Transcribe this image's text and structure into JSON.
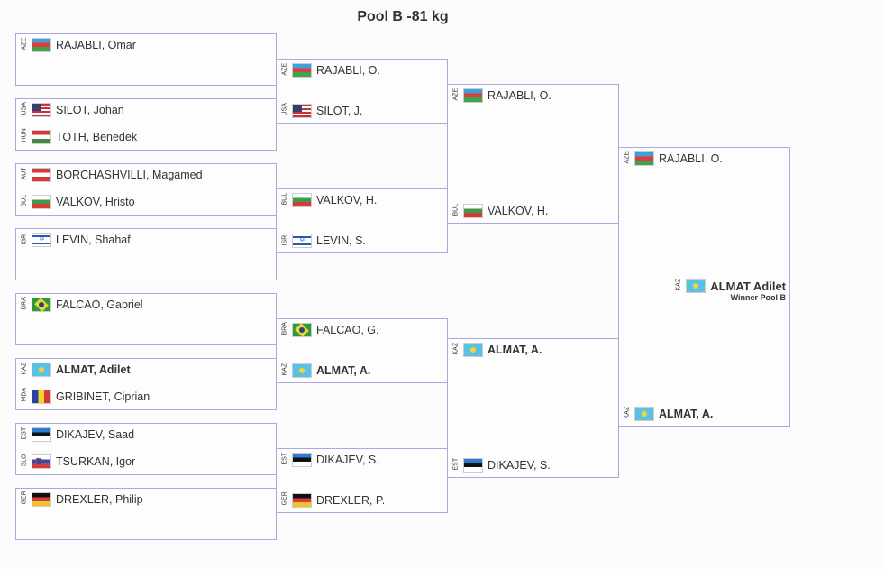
{
  "title": "Pool B -81 kg",
  "rounds": [
    [
      [
        {
          "code": "AZE",
          "name": "RAJABLI, Omar"
        },
        null
      ],
      [
        {
          "code": "USA",
          "name": "SILOT, Johan"
        },
        {
          "code": "HUN",
          "name": "TOTH, Benedek"
        }
      ],
      [
        {
          "code": "AUT",
          "name": "BORCHASHVILLI, Magamed"
        },
        {
          "code": "BUL",
          "name": "VALKOV, Hristo"
        }
      ],
      [
        {
          "code": "ISR",
          "name": "LEVIN, Shahaf"
        },
        null
      ],
      [
        {
          "code": "BRA",
          "name": "FALCAO, Gabriel"
        },
        null
      ],
      [
        {
          "code": "KAZ",
          "name": "ALMAT, Adilet",
          "winner": true
        },
        {
          "code": "MDA",
          "name": "GRIBINET, Ciprian"
        }
      ],
      [
        {
          "code": "EST",
          "name": "DIKAJEV, Saad"
        },
        {
          "code": "SLO",
          "name": "TSURKAN, Igor"
        }
      ],
      [
        {
          "code": "GER",
          "name": "DREXLER, Philip"
        },
        null
      ]
    ],
    [
      [
        {
          "code": "AZE",
          "name": "RAJABLI, O."
        },
        {
          "code": "USA",
          "name": "SILOT, J."
        }
      ],
      [
        {
          "code": "BUL",
          "name": "VALKOV, H."
        },
        {
          "code": "ISR",
          "name": "LEVIN, S."
        }
      ],
      [
        {
          "code": "BRA",
          "name": "FALCAO, G."
        },
        {
          "code": "KAZ",
          "name": "ALMAT, A.",
          "winner": true
        }
      ],
      [
        {
          "code": "EST",
          "name": "DIKAJEV, S."
        },
        {
          "code": "GER",
          "name": "DREXLER, P."
        }
      ]
    ],
    [
      [
        {
          "code": "AZE",
          "name": "RAJABLI, O."
        },
        {
          "code": "BUL",
          "name": "VALKOV, H."
        }
      ],
      [
        {
          "code": "KAZ",
          "name": "ALMAT, A.",
          "winner": true
        },
        {
          "code": "EST",
          "name": "DIKAJEV, S."
        }
      ]
    ],
    [
      [
        {
          "code": "AZE",
          "name": "RAJABLI, O."
        },
        {
          "code": "KAZ",
          "name": "ALMAT, A.",
          "winner": true
        }
      ]
    ]
  ],
  "winner": {
    "code": "KAZ",
    "name": "ALMAT Adilet",
    "label": "Winner Pool B"
  }
}
